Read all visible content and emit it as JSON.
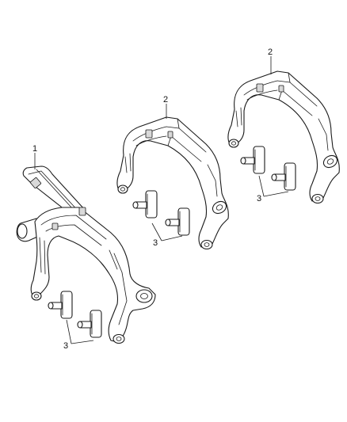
{
  "callouts": {
    "fork_main": "1",
    "fork_middle": "2",
    "fork_right": "2",
    "pads_left": "3",
    "pads_middle": "3",
    "pads_right": "3"
  },
  "icons": {
    "fork_main": "shift-fork-with-rail-icon",
    "fork_middle": "shift-fork-icon",
    "fork_right": "shift-fork-icon",
    "pad": "shift-fork-pad-icon"
  }
}
